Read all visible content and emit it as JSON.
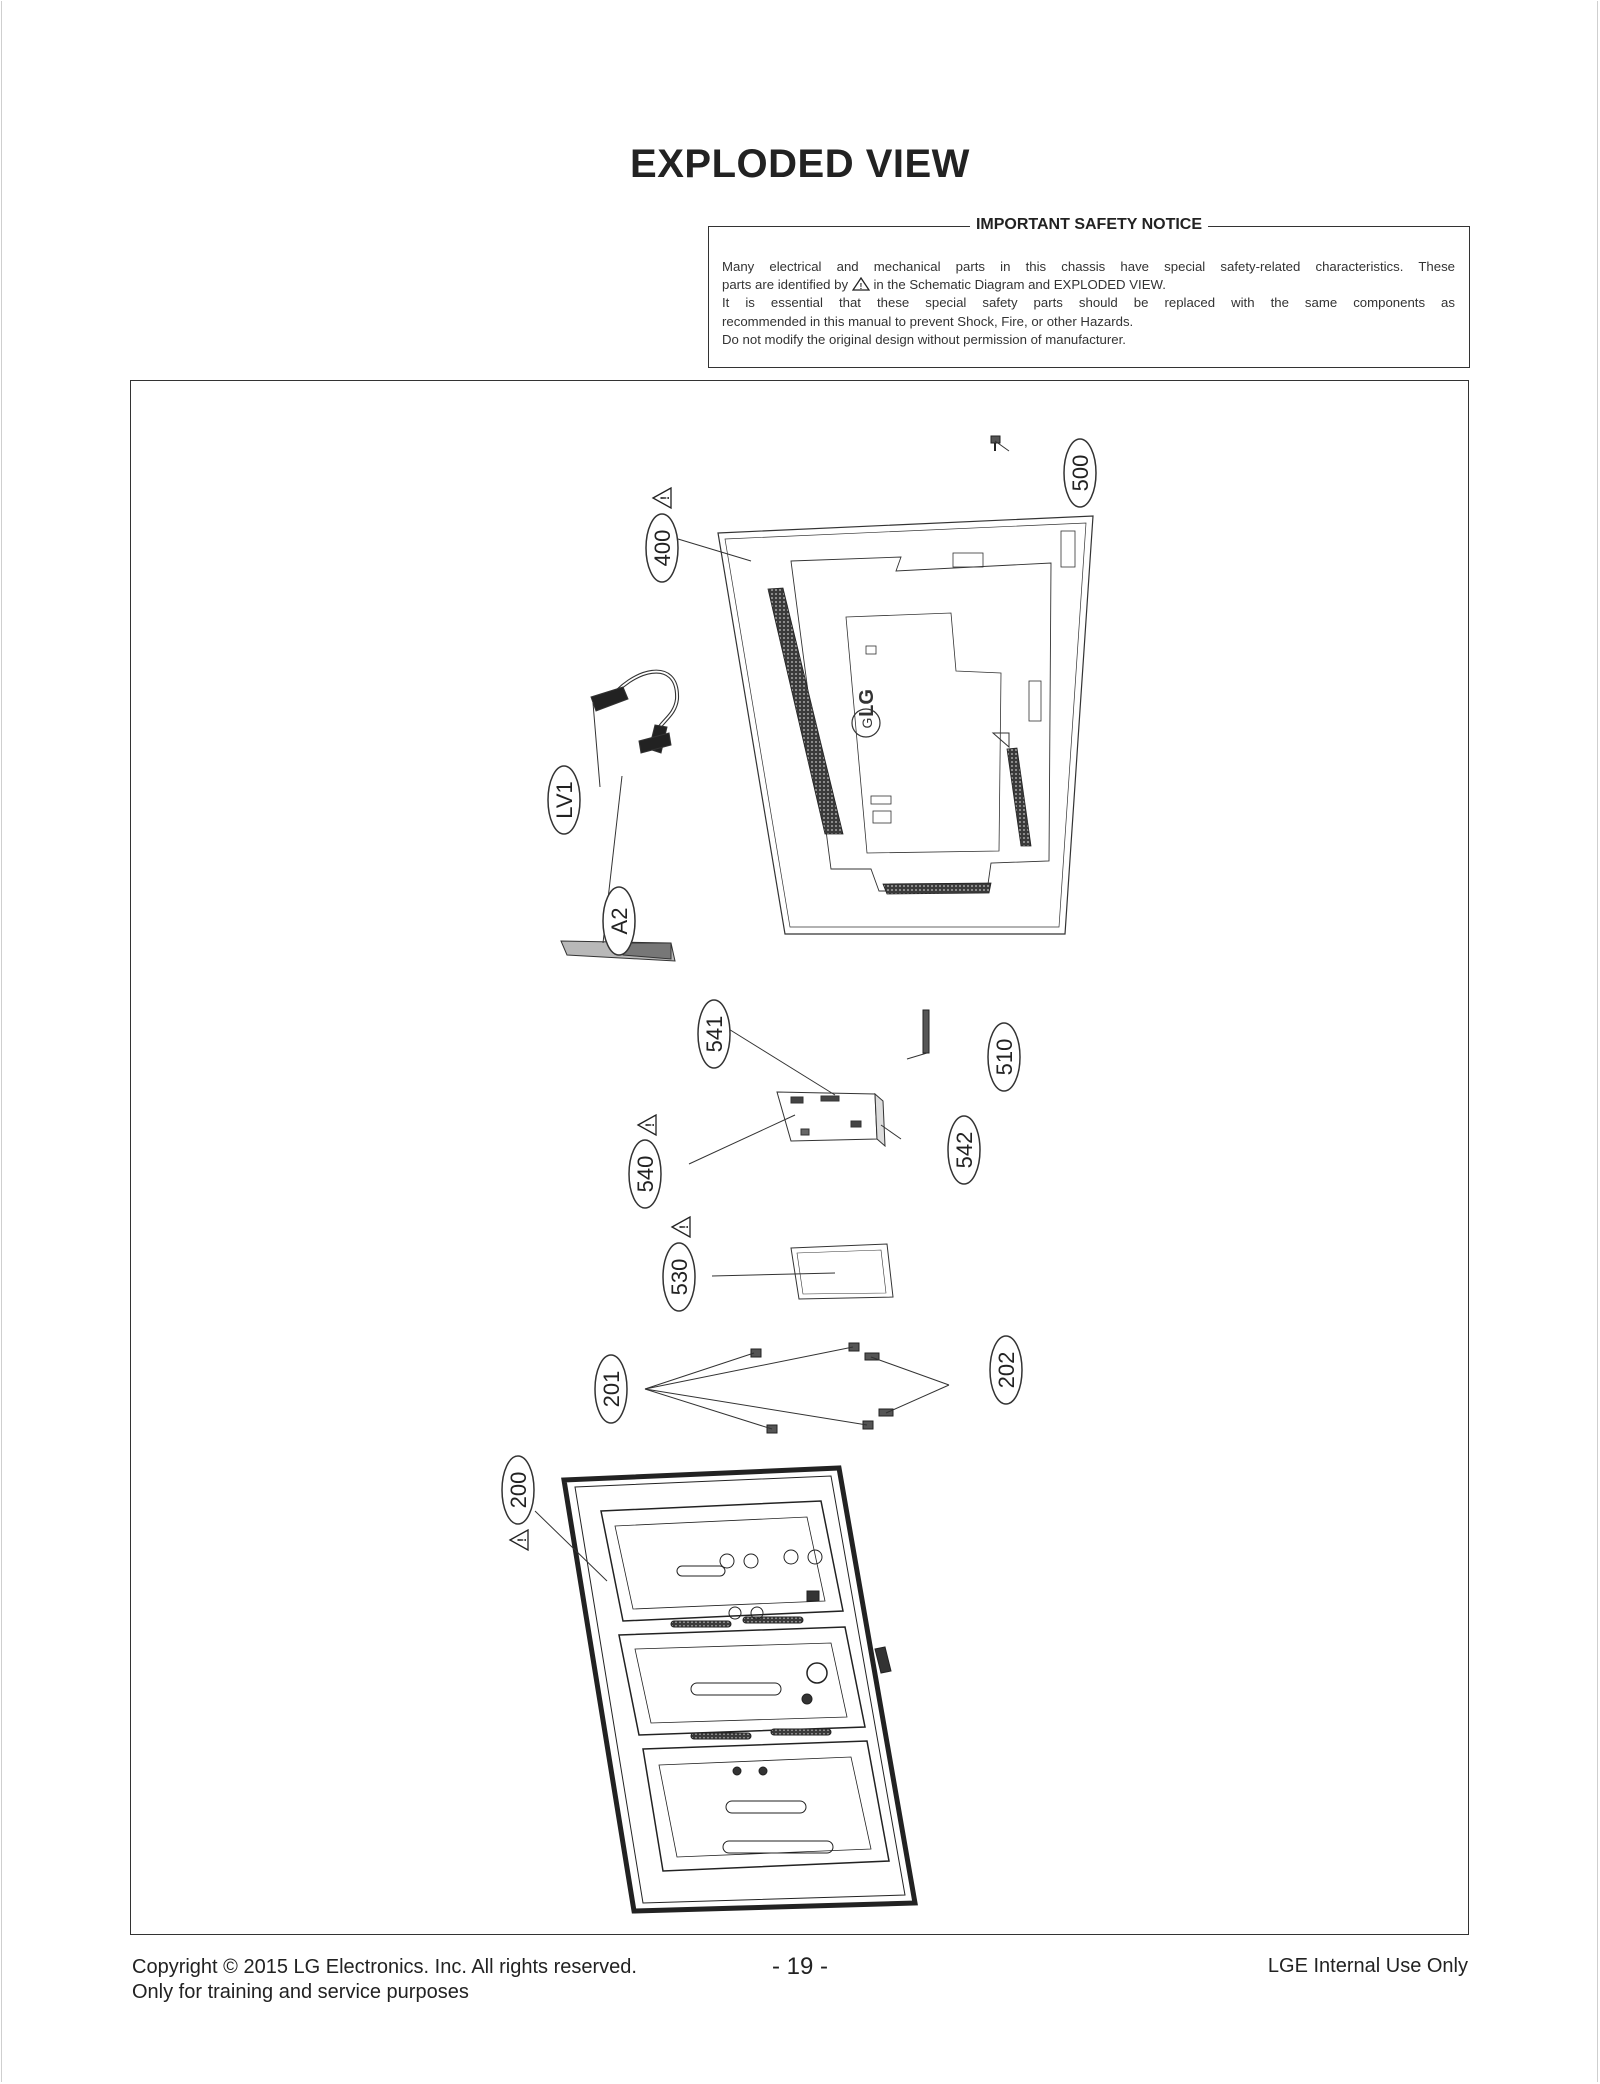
{
  "page": {
    "title": "EXPLODED VIEW"
  },
  "safety_notice": {
    "heading": "IMPORTANT SAFETY NOTICE",
    "line1": "Many electrical and mechanical parts in this chassis have special safety-related characteristics. These",
    "line2_before": "parts are identified by",
    "line2_after": "in the Schematic Diagram and EXPLODED VIEW.",
    "line3": "It is essential that these special safety parts should be replaced with the same components as",
    "line4": "recommended in this manual to prevent Shock, Fire, or other Hazards.",
    "line5": "Do not modify the original design without permission of manufacturer."
  },
  "diagram": {
    "logo_text": "LG",
    "callouts": {
      "p500": "500",
      "p400": "400",
      "lv1": "LV1",
      "a2": "A2",
      "p541": "541",
      "p510": "510",
      "p540": "540",
      "p542": "542",
      "p530": "530",
      "p201": "201",
      "p202": "202",
      "p200": "200"
    },
    "warning_symbol": "!"
  },
  "footer": {
    "copyright": "Copyright  © 2015  LG Electronics. Inc. All rights reserved.",
    "purpose": "Only for training and service purposes",
    "page_number": "- 19 -",
    "usage": "LGE Internal Use Only"
  }
}
